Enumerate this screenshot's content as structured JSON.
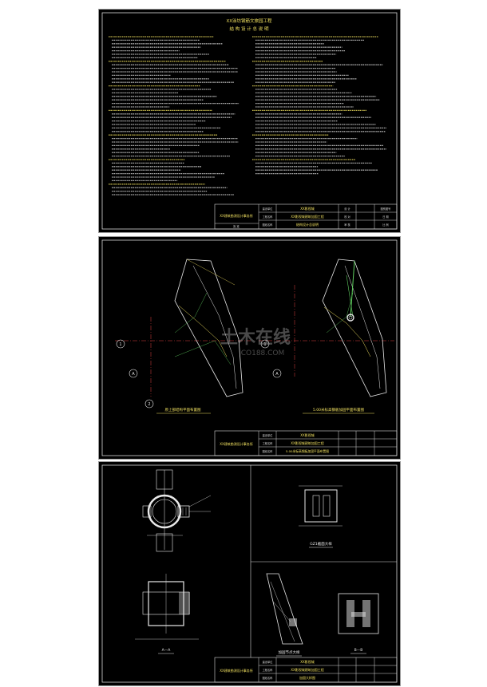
{
  "sheets": [
    {
      "id": "sheet-1",
      "title_line1": "XX泳坊钢筋文旅园工程",
      "title_line2": "结 构 设 计 总 说 明",
      "titleblock": {
        "design_unit": "XX建筑勘测设计事务所",
        "project_label": "建设单位",
        "project": "XX影视城",
        "item_label": "工程名称",
        "item": "XX影视城建筑加固工程",
        "drawing_label": "图纸名称",
        "drawing": "结构设计总说明",
        "col_sheet": "图别图号",
        "col_design": "设 计",
        "col_check": "校 对",
        "col_review": "审 核",
        "col_approve": "批 准",
        "col_date": "日 期",
        "col_scale": "比 例"
      }
    },
    {
      "id": "sheet-2",
      "left_plan_title": "原上部结构平面布置图",
      "right_plan_title": "5.00米标高钢板加固平面布置图",
      "axis_a": "A",
      "axis_1": "1",
      "axis_2": "2",
      "titleblock": {
        "design_unit": "XX建筑勘测设计事务所",
        "project_label": "建设单位",
        "project": "XX影视城",
        "item_label": "工程名称",
        "item": "XX影视城建筑加固工程",
        "drawing_label": "图纸名称",
        "drawing": "5.00米标高钢板加固平面布置图"
      },
      "watermark": "土木在线",
      "watermark_sub": "CO188.COM"
    },
    {
      "id": "sheet-3",
      "detail_a": "A—A",
      "detail_b": "B—B",
      "detail_gz": "GZ1截面大样",
      "detail_plan": "加固节点大样",
      "titleblock": {
        "design_unit": "XX建筑勘测设计事务所",
        "project_label": "建设单位",
        "project": "XX影视城",
        "item_label": "工程名称",
        "item": "XX影视城建筑加固工程",
        "drawing_label": "图纸名称",
        "drawing": "加固大样图"
      }
    }
  ],
  "colors": {
    "background": "#000000",
    "line_white": "#e8e8e8",
    "line_yellow": "#f0e060",
    "line_green": "#60d060",
    "line_red": "#e04040",
    "line_cyan": "#60d0e0",
    "page": "#ffffff"
  }
}
